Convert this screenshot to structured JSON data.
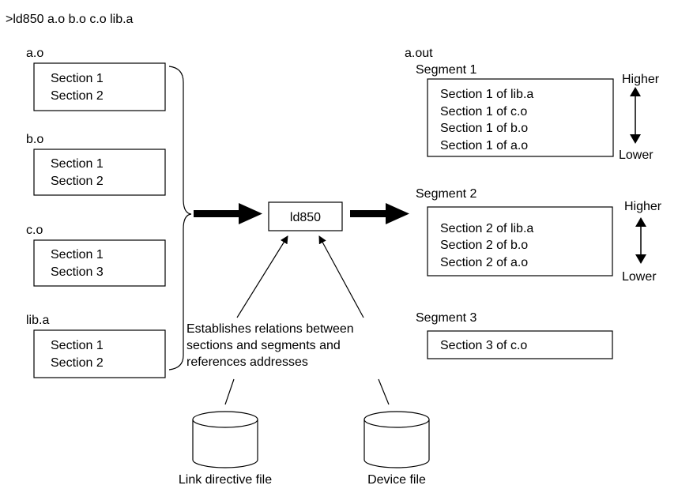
{
  "command": ">ld850 a.o b.o c.o lib.a",
  "inputs": [
    {
      "name": "a.o",
      "sections": [
        "Section 1",
        "Section 2"
      ]
    },
    {
      "name": "b.o",
      "sections": [
        "Section 1",
        "Section 2"
      ]
    },
    {
      "name": "c.o",
      "sections": [
        "Section 1",
        "Section 3"
      ]
    },
    {
      "name": "lib.a",
      "sections": [
        "Section 1",
        "Section 2"
      ]
    }
  ],
  "linker": "ld850",
  "output": {
    "name": "a.out",
    "segments": [
      {
        "name": "Segment 1",
        "sections": [
          "Section 1 of lib.a",
          "Section 1 of c.o",
          "Section 1 of b.o",
          "Section 1 of a.o"
        ]
      },
      {
        "name": "Segment 2",
        "sections": [
          "Section 2 of lib.a",
          "Section 2 of b.o",
          "Section 2 of a.o"
        ]
      },
      {
        "name": "Segment 3",
        "sections": [
          "Section 3 of c.o"
        ]
      }
    ]
  },
  "order": {
    "higher": "Higher",
    "lower": "Lower"
  },
  "note": [
    "Establishes relations between",
    "sections and segments and",
    "references addresses"
  ],
  "files": {
    "link_directive": "Link directive file",
    "device": "Device file"
  }
}
